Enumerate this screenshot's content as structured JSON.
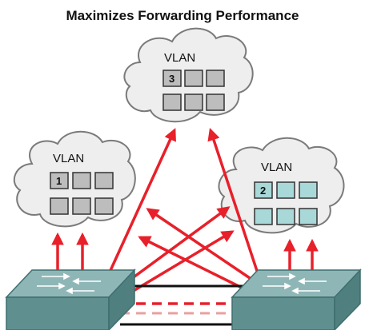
{
  "title": "Maximizes Forwarding Performance",
  "colors": {
    "link": "#e8202a",
    "cloud_fill": "#eeeeee",
    "cloud_stroke": "#7a7a7a",
    "port_gray": "#bdbdbd",
    "port_teal": "#a8d8d8",
    "switch_top": "#8fb6b6",
    "switch_front": "#5f8f8f"
  },
  "clouds": [
    {
      "id": "top",
      "label": "VLAN",
      "vlan_number": "3"
    },
    {
      "id": "left",
      "label": "VLAN",
      "vlan_number": "1"
    },
    {
      "id": "right",
      "label": "VLAN",
      "vlan_number": "2"
    }
  ],
  "switches": [
    {
      "id": "left-switch",
      "icon": "switch-icon"
    },
    {
      "id": "right-switch",
      "icon": "switch-icon"
    }
  ]
}
